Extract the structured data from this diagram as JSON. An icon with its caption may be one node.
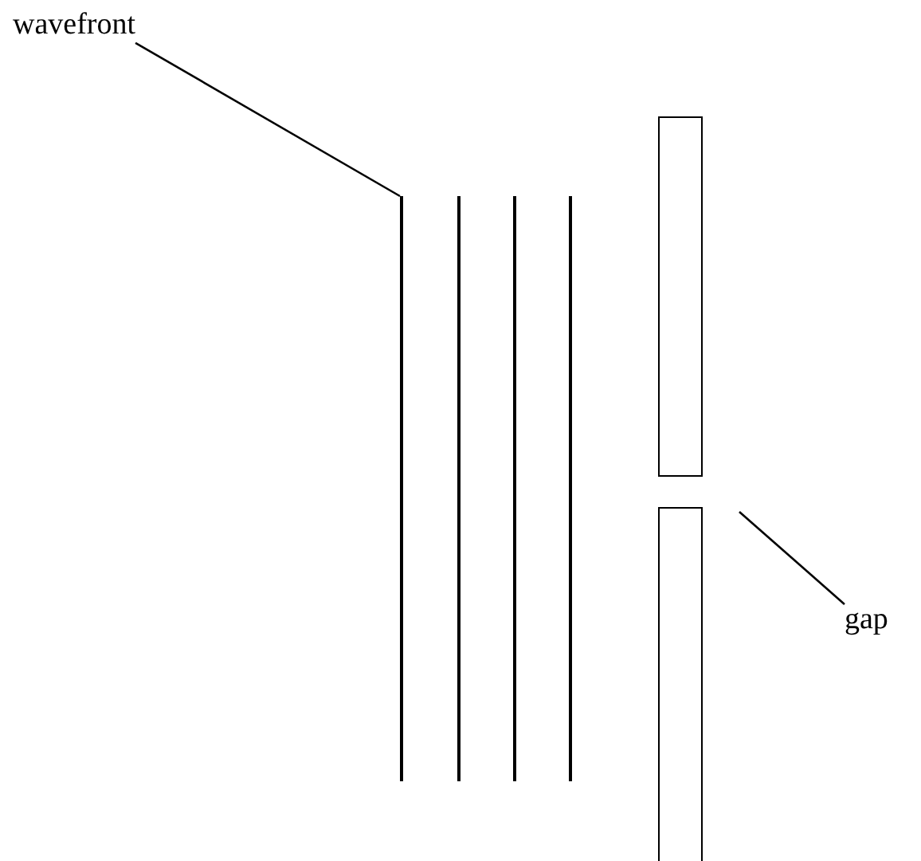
{
  "diagram": {
    "nodes": [
      {
        "text": [
          "wavefront"
        ]
      },
      {
        "text": [],
        "shape": "bar"
      },
      {
        "text": [],
        "shape": "box"
      },
      {
        "text": [
          "gap"
        ]
      },
      {
        "text": [],
        "shape": "box"
      }
    ],
    "edges": [
      {
        "from": 0,
        "to": 1,
        "arrow": "none"
      },
      {
        "from": 3,
        "to": null,
        "arrow": "none"
      }
    ]
  }
}
